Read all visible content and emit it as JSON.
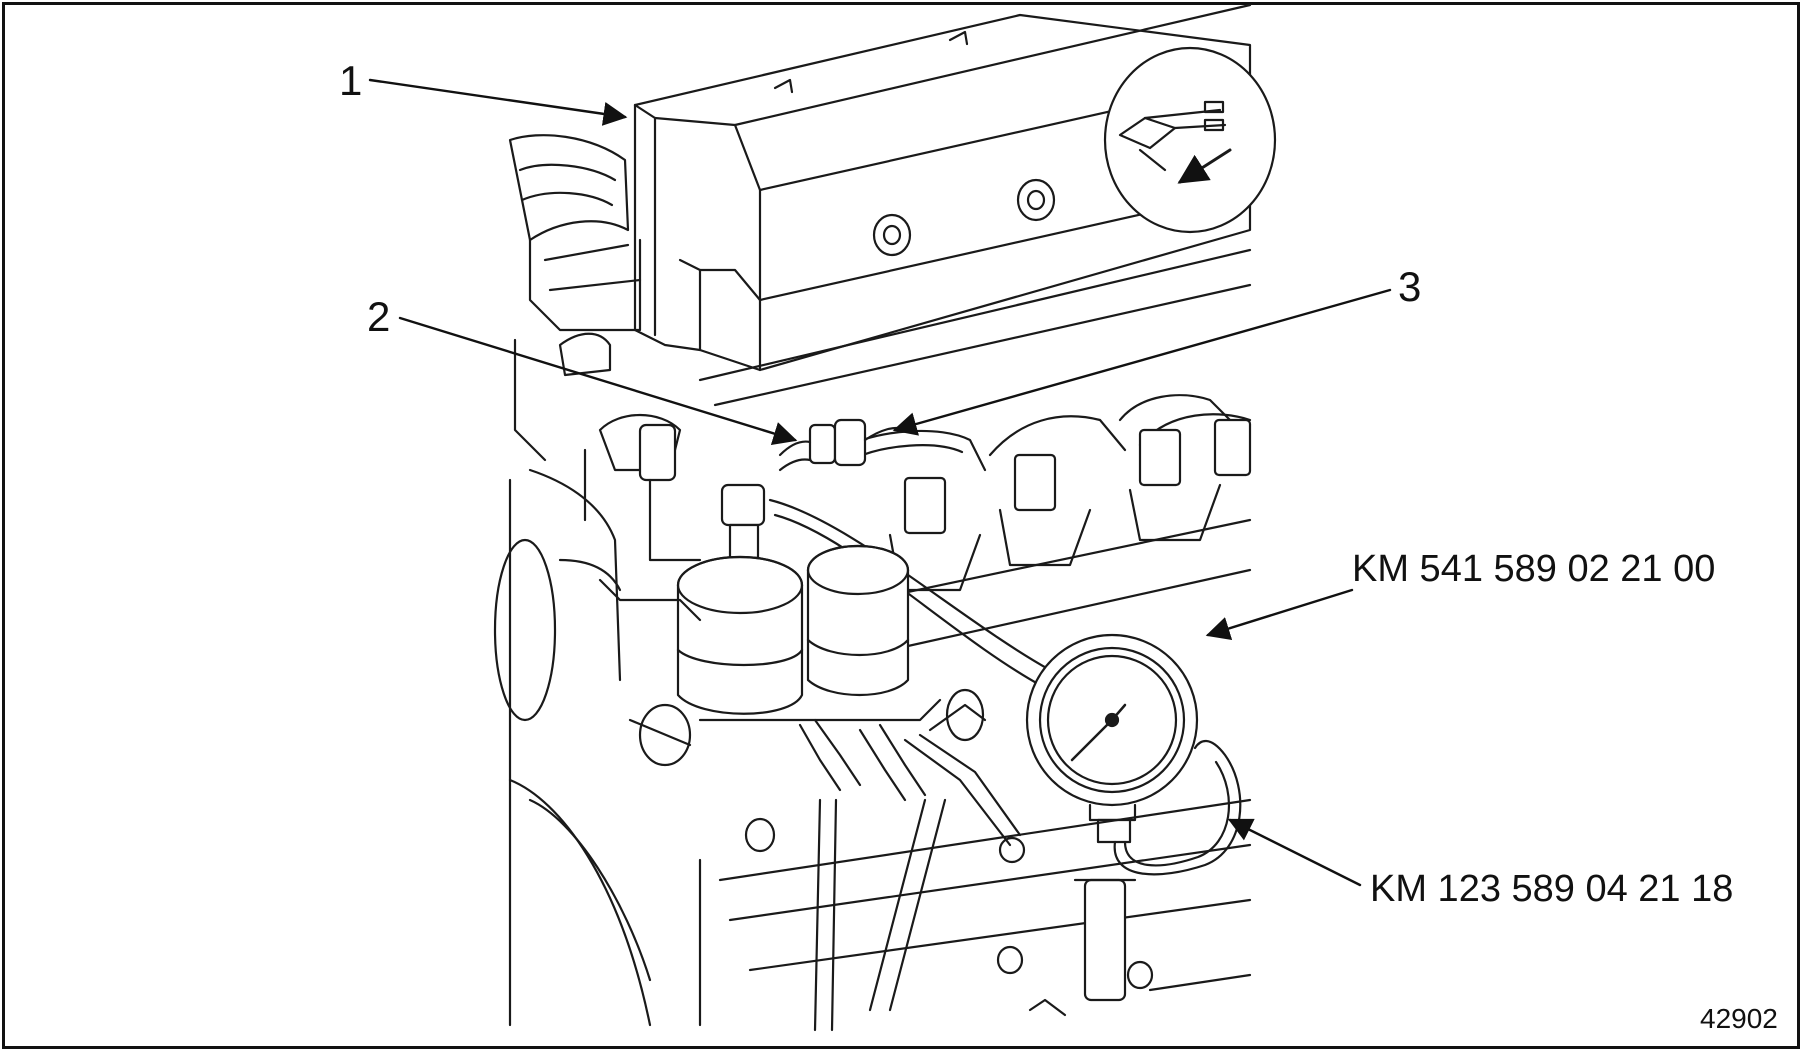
{
  "callouts": {
    "c1": "1",
    "c2": "2",
    "c3": "3"
  },
  "tools": {
    "gauge": "KM 541 589 02 21 00",
    "hose": "KM 123 589 04 21 18"
  },
  "figure_number": "42902"
}
